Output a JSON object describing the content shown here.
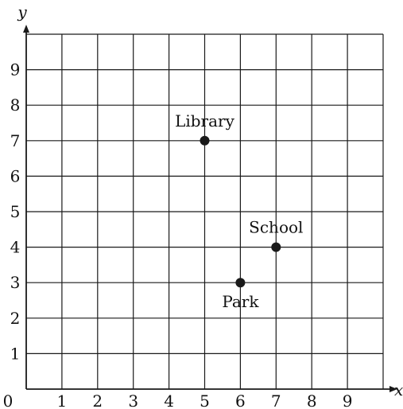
{
  "chart_data": {
    "type": "scatter",
    "xlabel": "x",
    "ylabel": "y",
    "xlim": [
      0,
      10
    ],
    "ylim": [
      0,
      10
    ],
    "origin_label": "0",
    "x_ticks": [
      "1",
      "2",
      "3",
      "4",
      "5",
      "6",
      "7",
      "8",
      "9"
    ],
    "y_ticks": [
      "1",
      "2",
      "3",
      "4",
      "5",
      "6",
      "7",
      "8",
      "9"
    ],
    "grid": true,
    "points": [
      {
        "label": "Library",
        "x": 5,
        "y": 7,
        "label_pos": "above"
      },
      {
        "label": "School",
        "x": 7,
        "y": 4,
        "label_pos": "above"
      },
      {
        "label": "Park",
        "x": 6,
        "y": 3,
        "label_pos": "below"
      }
    ],
    "colors": {
      "grid": "#1a1a1a",
      "point": "#1a1a1a",
      "text": "#111111"
    }
  }
}
